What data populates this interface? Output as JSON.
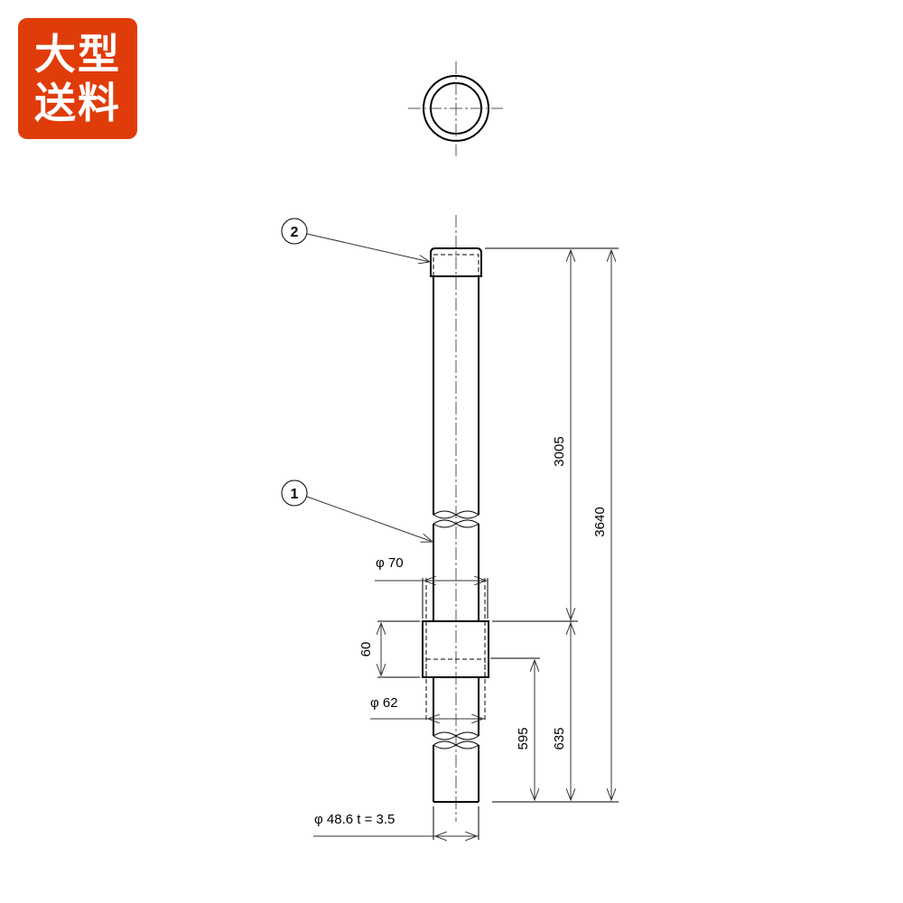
{
  "badge": {
    "line1": "大型",
    "line2": "送料",
    "color": "#e03c0a"
  },
  "drawing": {
    "type": "technical drawing - steel pipe post",
    "balloons": [
      {
        "id": "balloon-2",
        "text": "2",
        "target": "top cap"
      },
      {
        "id": "balloon-1",
        "text": "1",
        "target": "pipe body"
      }
    ],
    "dimensions": {
      "outer_sleeve_diameter": "φ 70",
      "sleeve_height": "60",
      "inner_sleeve_diameter": "φ 62",
      "pipe_spec": "φ 48.6  t = 3.5",
      "upper_length": "3005",
      "total_length": "3640",
      "sleeve_to_bottom": "635",
      "inner_to_bottom": "595"
    }
  }
}
